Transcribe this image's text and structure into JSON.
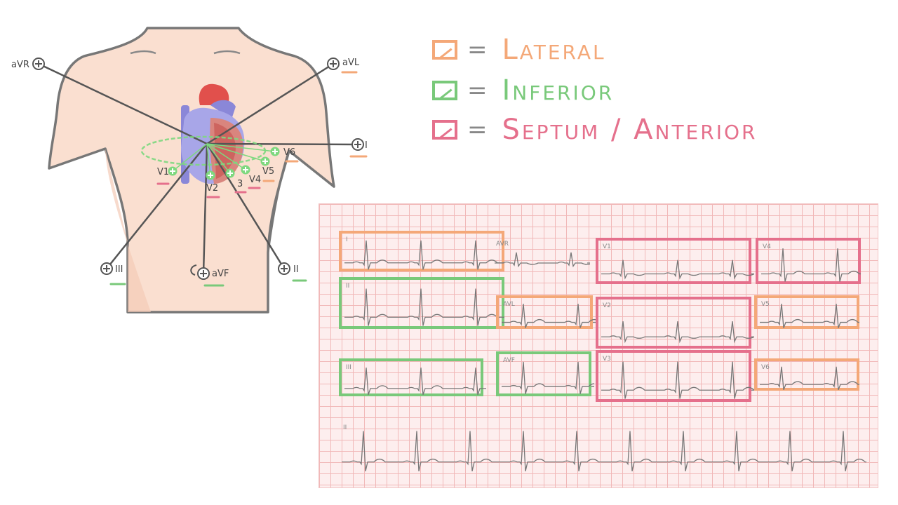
{
  "torso": {
    "leads": {
      "aVR": "aVR",
      "aVL": "aVL",
      "I": "I",
      "II": "II",
      "III": "III",
      "aVF": "aVF",
      "V1": "V1",
      "V2": "V2",
      "V3": "3",
      "V4": "V4",
      "V5": "V5",
      "V6": "V6"
    }
  },
  "legend": [
    {
      "label": "Lateral",
      "color": "#f4a878"
    },
    {
      "label": "Inferior",
      "color": "#79c97a"
    },
    {
      "label": "Septum / Anterior",
      "color": "#e5708c"
    }
  ],
  "ecg": {
    "leads": [
      {
        "id": "I",
        "label": "I",
        "group": "lateral",
        "boxed": true
      },
      {
        "id": "aVR",
        "label": "AVR",
        "group": "none",
        "boxed": false
      },
      {
        "id": "V1",
        "label": "V1",
        "group": "anterior",
        "boxed": true
      },
      {
        "id": "V4",
        "label": "V4",
        "group": "anterior",
        "boxed": true
      },
      {
        "id": "II",
        "label": "II",
        "group": "inferior",
        "boxed": true
      },
      {
        "id": "aVL",
        "label": "AVL",
        "group": "lateral",
        "boxed": true
      },
      {
        "id": "V2",
        "label": "V2",
        "group": "anterior",
        "boxed": true
      },
      {
        "id": "V5",
        "label": "V5",
        "group": "lateral",
        "boxed": true
      },
      {
        "id": "III",
        "label": "III",
        "group": "inferior",
        "boxed": true
      },
      {
        "id": "aVF",
        "label": "AVF",
        "group": "inferior",
        "boxed": true
      },
      {
        "id": "V3",
        "label": "V3",
        "group": "anterior",
        "boxed": true
      },
      {
        "id": "V6",
        "label": "V6",
        "group": "lateral",
        "boxed": true
      },
      {
        "id": "II-rhythm",
        "label": "II",
        "group": "none",
        "boxed": false
      }
    ],
    "colors": {
      "lateral": "#f4a878",
      "inferior": "#79c97a",
      "anterior": "#e5708c",
      "trace": "#777777"
    }
  }
}
